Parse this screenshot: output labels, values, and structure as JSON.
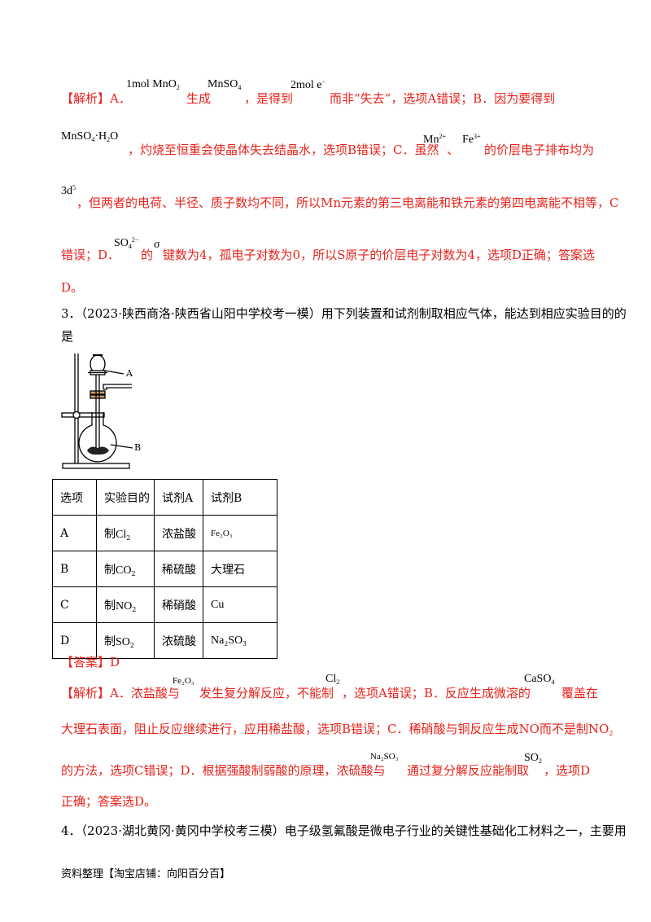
{
  "analysis2": {
    "tag": "【解析】",
    "a_label": "A．",
    "f_mno2": "1mol MnO",
    "f_mno2_sub": "2",
    "gen": "生成",
    "f_mnso4": "MnSO",
    "f_mnso4_sub": "4",
    "t1": "，是得到",
    "f_2mole": "2mol e",
    "f_2mole_sup": "−",
    "t2": "而非“失去”，选项A错误；B．因为要得到",
    "f_mnso4h2o_a": "MnSO",
    "f_mnso4h2o_sub4": "4",
    "f_mnso4h2o_b": "·H",
    "f_mnso4h2o_sub2": "2",
    "f_mnso4h2o_c": "O",
    "t3": "，灼烧至恒重会使晶体失去结晶水，选项B错误；C．虽然",
    "f_mn2": "Mn",
    "f_mn2_sup": "2+",
    "t4": "、",
    "f_fe3": "Fe",
    "f_fe3_sup": "3+",
    "t5": "的价层电子排布均为",
    "f_3d5": "3d",
    "f_3d5_sup": "5",
    "t6": "，但两者的电荷、半径、质子数均不同，所以Mn元素的第三电离能和铁元素的第四电离能不相等，C",
    "t7": "错误；D．",
    "f_so4": "SO",
    "f_so4_sub": "4",
    "f_so4_sup": "2−",
    "t8": "的",
    "f_sigma": "σ",
    "t9": "键数为4，孤电子对数为0，所以S原子的价层电子对数为4，选项D正确；答案选",
    "t10": "D。"
  },
  "question3": {
    "stem_line1": "3．（2023·陕西商洛·陕西省山阳中学校考一模）用下列装置和试剂制取相应气体，能达到相应实验目的的",
    "stem_line2": "是",
    "label_a": "A",
    "label_b": "B",
    "table": {
      "headers": [
        "选项",
        "实验目的",
        "试剂A",
        "试剂B"
      ],
      "rows": [
        {
          "opt": "A",
          "purpose_prefix": "制",
          "purpose_formula": "Cl",
          "purpose_sub": "2",
          "reagent_a": "浓盐酸",
          "reagent_b": "Fe₂O₃"
        },
        {
          "opt": "B",
          "purpose_prefix": "制",
          "purpose_formula": "CO",
          "purpose_sub": "2",
          "reagent_a": "稀硫酸",
          "reagent_b": "大理石"
        },
        {
          "opt": "C",
          "purpose_prefix": "制",
          "purpose_formula": "NO",
          "purpose_sub": "2",
          "reagent_a": "稀硝酸",
          "reagent_b": "Cu"
        },
        {
          "opt": "D",
          "purpose_prefix": "制",
          "purpose_formula": "SO",
          "purpose_sub": "2",
          "reagent_a": "浓硫酸",
          "reagent_b": "Na₂SO₃"
        }
      ]
    },
    "answer": "【答案】D",
    "analysis": {
      "tag": "【解析】",
      "t1": "A．浓盐酸与",
      "f_fe2o3": "Fe₂O₃",
      "t2": "发生复分解反应，不能制",
      "f_cl2": "Cl",
      "f_cl2_sub": "2",
      "t3": "，选项A错误；B．反应生成微溶的",
      "f_caso4": "CaSO",
      "f_caso4_sub": "4",
      "t4": "覆盖在",
      "t5": "大理石表面，阻止反应继续进行，应用稀盐酸，选项B错误；C．稀硝酸与铜反应生成NO而不是制NO",
      "t5_sub": "2",
      "t6": "的方法，选项C错误；D．根据强酸制弱酸的原理，浓硫酸与",
      "f_na2so3": "Na₂SO₃",
      "t7": "通过复分解反应能制取",
      "f_so2": "SO",
      "f_so2_sub": "2",
      "t8": "，选项D",
      "t9": "正确；答案选D。"
    }
  },
  "question4": {
    "stem": "4．（2023·湖北黄冈·黄冈中学校考三模）电子级氢氟酸是微电子行业的关键性基础化工材料之一，主要用"
  },
  "footer": {
    "text": "资料整理【淘宝店铺：向阳百分百】"
  },
  "colors": {
    "analysis_red": "#e8221b",
    "text": "#000000"
  },
  "icons": {
    "apparatus": "separatory-funnel-flask-apparatus-diagram"
  }
}
